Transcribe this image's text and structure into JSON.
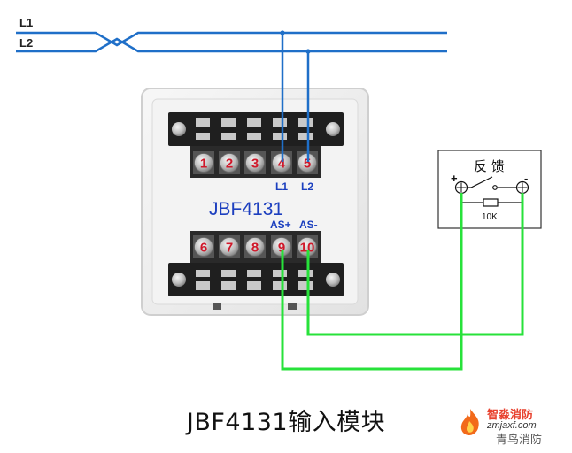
{
  "bus": {
    "line1": "L1",
    "line2": "L2"
  },
  "module": {
    "model": "JBF4131",
    "top_terminals": [
      "1",
      "2",
      "3",
      "4",
      "5"
    ],
    "bottom_terminals": [
      "6",
      "7",
      "8",
      "9",
      "10"
    ],
    "top_tags": [
      "L1",
      "L2"
    ],
    "bottom_tags": [
      "AS+",
      "AS-"
    ]
  },
  "feedback_box": {
    "title": "反 馈",
    "plus": "+",
    "minus": "-",
    "resistor": "10K"
  },
  "caption": "JBF4131输入模块",
  "watermark": {
    "name": "智淼消防",
    "site": "zmjaxf.com",
    "sub": "青鸟消防"
  },
  "colors": {
    "bus_wire": "#1f6fc8",
    "feedback_wire": "#27e23a",
    "terminal_number": "#d0182a",
    "label_text": "#1b3fbf"
  }
}
